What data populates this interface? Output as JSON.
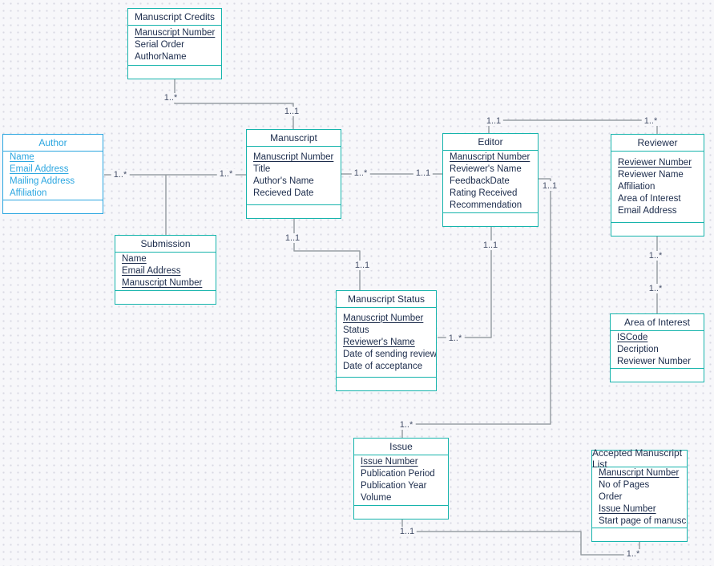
{
  "diagram": {
    "kind": "entity-relationship",
    "colors": {
      "background": "#f7f7fa",
      "entity_border": "#16b4ac",
      "author_entity_border": "#2ba6e0",
      "entity_text": "#1b2b4b",
      "connector": "#999fa4",
      "cardinality_text": "#46506a"
    }
  },
  "entities": [
    {
      "title": "Manuscript Credits",
      "attributes": [
        {
          "text": "Manuscript Number",
          "underline": true
        },
        {
          "text": "Serial Order",
          "underline": false
        },
        {
          "text": "AuthorName",
          "underline": false
        }
      ]
    },
    {
      "title": "Author",
      "attributes": [
        {
          "text": "Name",
          "underline": true
        },
        {
          "text": "Email Address",
          "underline": true
        },
        {
          "text": "Mailing Address",
          "underline": false
        },
        {
          "text": "Affiliation",
          "underline": false
        }
      ]
    },
    {
      "title": "Manuscript",
      "attributes": [
        {
          "text": "Manuscript Number",
          "underline": true
        },
        {
          "text": "Title",
          "underline": false
        },
        {
          "text": "Author's Name",
          "underline": false
        },
        {
          "text": "Recieved Date",
          "underline": false
        }
      ]
    },
    {
      "title": "Editor",
      "attributes": [
        {
          "text": "Manuscript Number",
          "underline": true
        },
        {
          "text": "Reviewer's Name",
          "underline": false
        },
        {
          "text": "FeedbackDate",
          "underline": false
        },
        {
          "text": "Rating Received",
          "underline": false
        },
        {
          "text": "Recommendation",
          "underline": false
        }
      ]
    },
    {
      "title": "Reviewer",
      "attributes": [
        {
          "text": "Reviewer Number",
          "underline": true
        },
        {
          "text": "Reviewer Name",
          "underline": false
        },
        {
          "text": "Affiliation",
          "underline": false
        },
        {
          "text": "Area of Interest",
          "underline": false
        },
        {
          "text": "Email Address",
          "underline": false
        }
      ]
    },
    {
      "title": "Submission",
      "attributes": [
        {
          "text": "Name",
          "underline": true
        },
        {
          "text": "Email Address",
          "underline": true
        },
        {
          "text": "Manuscript Number",
          "underline": true
        }
      ]
    },
    {
      "title": "Manuscript Status",
      "attributes": [
        {
          "text": "Manuscript Number",
          "underline": true
        },
        {
          "text": "Status",
          "underline": false
        },
        {
          "text": "Reviewer's Name",
          "underline": true
        },
        {
          "text": "Date of sending review",
          "underline": false
        },
        {
          "text": "Date of acceptance",
          "underline": false
        }
      ]
    },
    {
      "title": "Area of Interest",
      "attributes": [
        {
          "text": "ISCode",
          "underline": true
        },
        {
          "text": "Decription",
          "underline": false
        },
        {
          "text": "Reviewer Number",
          "underline": false
        }
      ]
    },
    {
      "title": "Issue",
      "attributes": [
        {
          "text": "Issue Number",
          "underline": true
        },
        {
          "text": "Publication Period",
          "underline": false
        },
        {
          "text": "Publication Year",
          "underline": false
        },
        {
          "text": "Volume",
          "underline": false
        }
      ]
    },
    {
      "title": "Accepted Manuscript List",
      "attributes": [
        {
          "text": "Manuscript Number",
          "underline": true
        },
        {
          "text": "No of Pages",
          "underline": false
        },
        {
          "text": "Order",
          "underline": false
        },
        {
          "text": "Issue Number",
          "underline": true
        },
        {
          "text": "Start page of manuscript",
          "underline": false
        }
      ]
    }
  ],
  "connections": [
    {
      "from": "Manuscript Credits",
      "to": "Manuscript",
      "cards": [
        "1..*",
        "1..1"
      ]
    },
    {
      "from": "Author",
      "to": "Manuscript",
      "cards": [
        "1..*",
        "1..*"
      ]
    },
    {
      "from": "Submission",
      "to": "Author-Manuscript relationship",
      "cards": []
    },
    {
      "from": "Manuscript",
      "to": "Editor",
      "cards": [
        "1..*",
        "1..1"
      ]
    },
    {
      "from": "Editor",
      "to": "Reviewer",
      "cards": [
        "1..1",
        "1..*"
      ]
    },
    {
      "from": "Manuscript",
      "to": "Manuscript Status",
      "cards": [
        "1..1",
        "1..1"
      ]
    },
    {
      "from": "Editor",
      "to": "Manuscript Status",
      "cards": [
        "1..1",
        "1..*"
      ]
    },
    {
      "from": "Editor",
      "to": "Issue",
      "cards": [
        "1..1",
        "1..*"
      ]
    },
    {
      "from": "Reviewer",
      "to": "Area of Interest",
      "cards": [
        "1..*",
        "1..*"
      ]
    },
    {
      "from": "Issue",
      "to": "Accepted Manuscript List",
      "cards": [
        "1..1",
        "1..*"
      ]
    }
  ]
}
